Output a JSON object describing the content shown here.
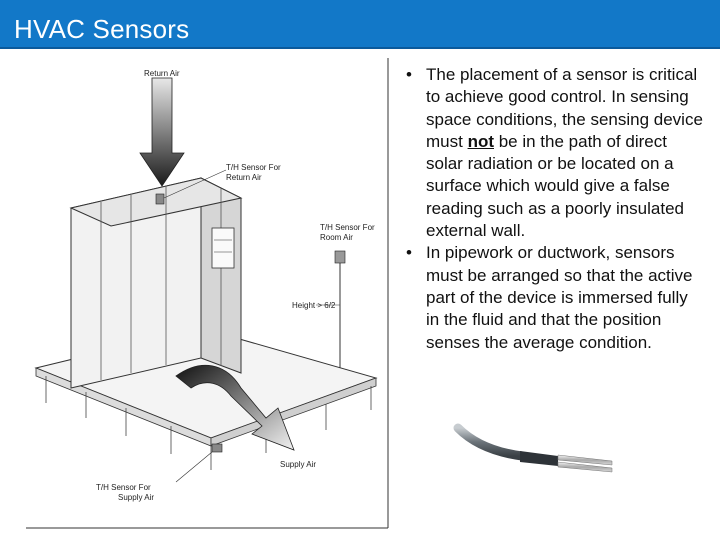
{
  "slide": {
    "title": "HVAC Sensors"
  },
  "figure": {
    "label_return_air": "Return Air",
    "label_sensor_return": "T/H Sensor For\nReturn Air",
    "label_sensor_room": "T/H Sensor For\nRoom Air",
    "label_height": "Height > 6/2",
    "label_supply_air": "Supply Air",
    "label_sensor_supply": "T/H Sensor For\nSupply Air"
  },
  "bullets": [
    {
      "before": "The placement of a sensor is critical to achieve good control. In sensing space conditions, the sensing device must ",
      "emphasis": "not",
      "after": " be in the path of direct solar radiation or be located on a surface which would give a false reading such as a poorly insulated external wall."
    },
    {
      "before": "In pipework or ductwork, sensors must be arranged so that the active part of the device is immersed fully in the fluid and that the position senses the average condition.",
      "emphasis": "",
      "after": ""
    }
  ],
  "colors": {
    "title_bar": "#1278c8",
    "title_text": "#ffffff"
  }
}
